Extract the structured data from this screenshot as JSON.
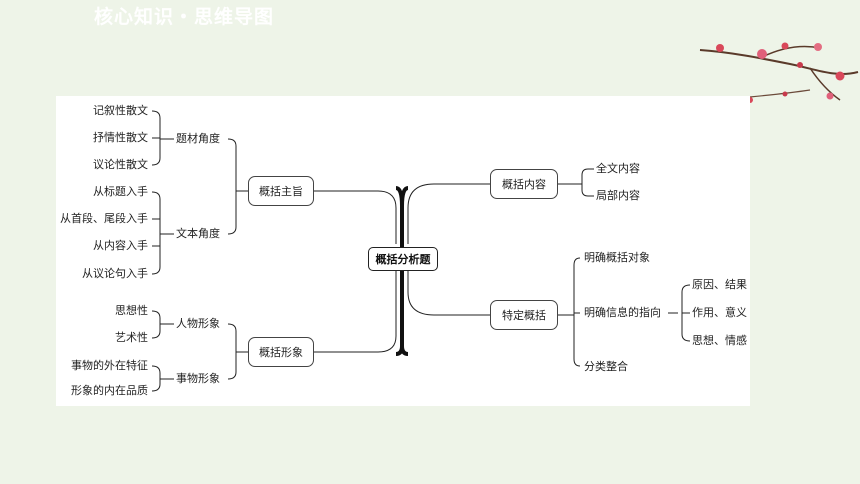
{
  "header": {
    "title": "核心知识・思维导图"
  },
  "mindmap": {
    "root": "概括分析题",
    "left": {
      "b1": {
        "label": "概括主旨",
        "s1": {
          "label": "题材角度",
          "leaves": [
            "记叙性散文",
            "抒情性散文",
            "议论性散文"
          ]
        },
        "s2": {
          "label": "文本角度",
          "leaves": [
            "从标题入手",
            "从首段、尾段入手",
            "从内容入手",
            "从议论句入手"
          ]
        }
      },
      "b2": {
        "label": "概括形象",
        "s1": {
          "label": "人物形象",
          "leaves": [
            "思想性",
            "艺术性"
          ]
        },
        "s2": {
          "label": "事物形象",
          "leaves": [
            "事物的外在特征",
            "形象的内在品质"
          ]
        }
      }
    },
    "right": {
      "b1": {
        "label": "概括内容",
        "leaves": [
          "全文内容",
          "局部内容"
        ]
      },
      "b2": {
        "label": "特定概括",
        "c1": "明确概括对象",
        "c2": {
          "label": "明确信息的指向",
          "leaves": [
            "原因、结果",
            "作用、意义",
            "思想、情感"
          ]
        },
        "c3": "分类整合"
      }
    }
  }
}
